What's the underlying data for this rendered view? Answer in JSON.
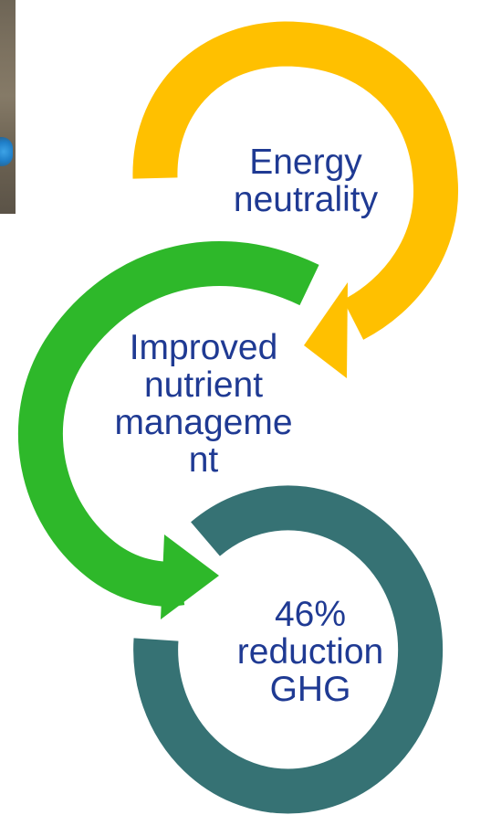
{
  "photo": {
    "icon": "field-photo-fragment"
  },
  "cycle": [
    {
      "id": "energy",
      "label": "Energy\nneutrality",
      "color": "#FFC000"
    },
    {
      "id": "nutrient",
      "label": "Improved\nnutrient\nmanageme\nnt",
      "color": "#2EB82A"
    },
    {
      "id": "ghg",
      "label": "46%\nreduction\nGHG",
      "color": "#367274"
    }
  ]
}
